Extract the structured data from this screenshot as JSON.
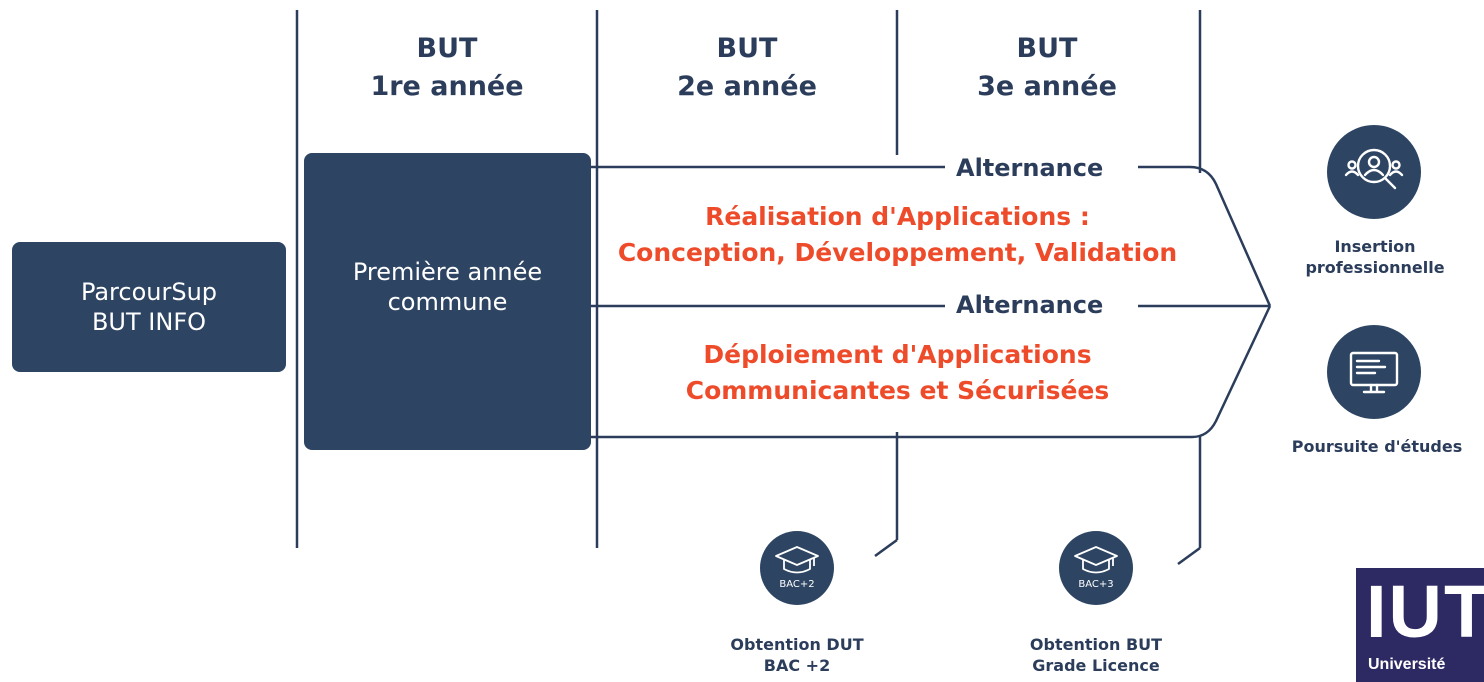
{
  "headers": [
    {
      "line1": "BUT",
      "line2": "1re année"
    },
    {
      "line1": "BUT",
      "line2": "2e année"
    },
    {
      "line1": "BUT",
      "line2": "3e année"
    }
  ],
  "parcoursup": {
    "line1": "ParcourSup",
    "line2": "BUT INFO"
  },
  "premiere_annee": {
    "line1": "Première année",
    "line2": "commune"
  },
  "tracks": [
    {
      "alternance": "Alternance",
      "title_line1": "Réalisation d'Applications :",
      "title_line2": "Conception, Développement, Validation"
    },
    {
      "alternance": "Alternance",
      "title_line1": "Déploiement d'Applications",
      "title_line2": "Communicantes et Sécurisées"
    }
  ],
  "outcomes": {
    "insertion": {
      "line1": "Insertion",
      "line2": "professionnelle",
      "icon": "people-search-icon"
    },
    "poursuite": {
      "line1": "Poursuite d'études",
      "icon": "monitor-icon"
    }
  },
  "milestones": [
    {
      "badge": "BAC+2",
      "line1": "Obtention DUT",
      "line2": "BAC +2",
      "icon": "graduation-cap-icon"
    },
    {
      "badge": "BAC+3",
      "line1": "Obtention BUT",
      "line2": "Grade Licence",
      "icon": "graduation-cap-icon"
    }
  ],
  "logo": {
    "text": "IUT",
    "subtext": "Université"
  },
  "colors": {
    "navy": "#2d4563",
    "orange": "#ee4b2b",
    "text_navy": "#2b3d5b"
  }
}
